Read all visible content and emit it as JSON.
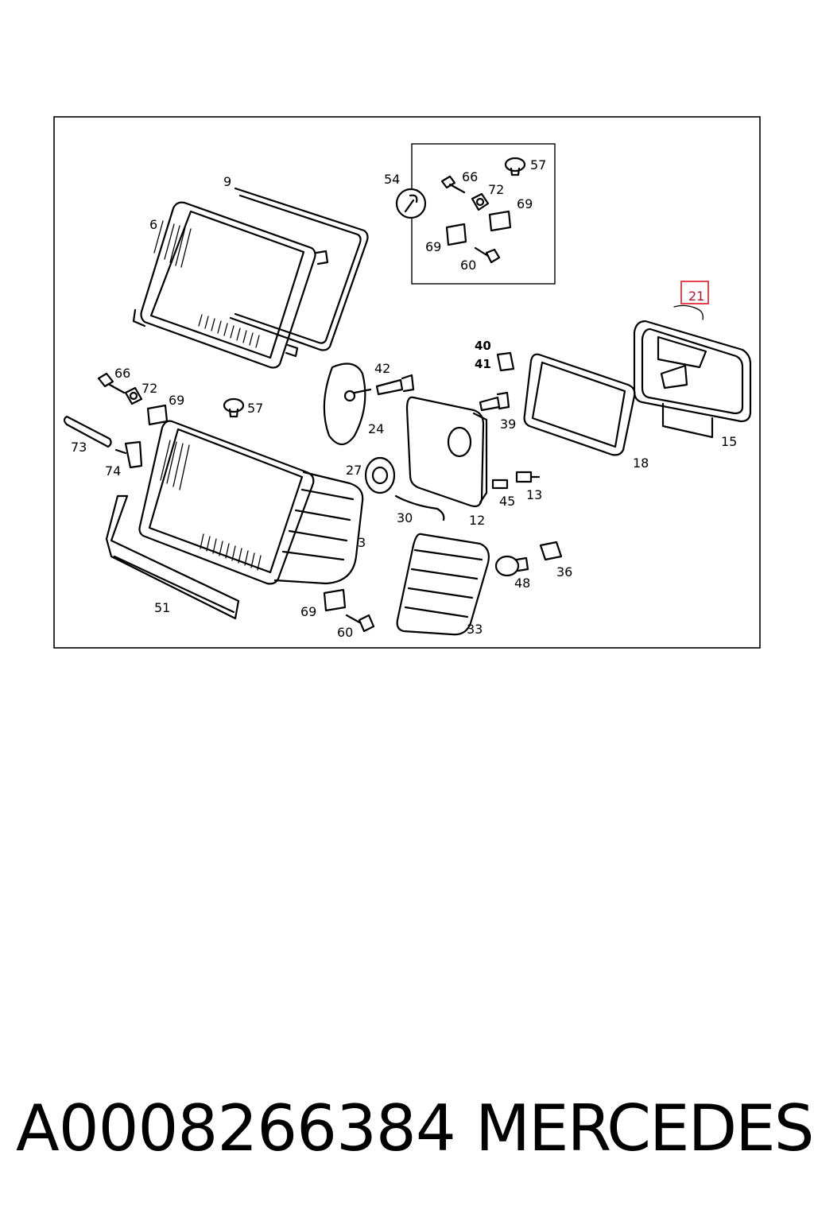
{
  "diagram": {
    "callouts": {
      "c9": "9",
      "c6": "6",
      "c54": "54",
      "c66a": "66",
      "c57a": "57",
      "c72a": "72",
      "c69a": "69",
      "c69b": "69",
      "c60a": "60",
      "c21": "21",
      "c40": "40",
      "c41": "41",
      "c42": "42",
      "c24": "24",
      "c39": "39",
      "c18": "18",
      "c15": "15",
      "c66b": "66",
      "c72b": "72",
      "c69c": "69",
      "c57b": "57",
      "c73": "73",
      "c74": "74",
      "c27": "27",
      "c30": "30",
      "c12": "12",
      "c45": "45",
      "c13": "13",
      "c3": "3",
      "c51": "51",
      "c48": "48",
      "c36": "36",
      "c33": "33",
      "c69d": "69",
      "c60b": "60"
    },
    "highlighted_callout": "21",
    "highlight_color": "#e0303a"
  },
  "footer": {
    "part_number": "A0008266384",
    "brand": "MERCEDES"
  }
}
